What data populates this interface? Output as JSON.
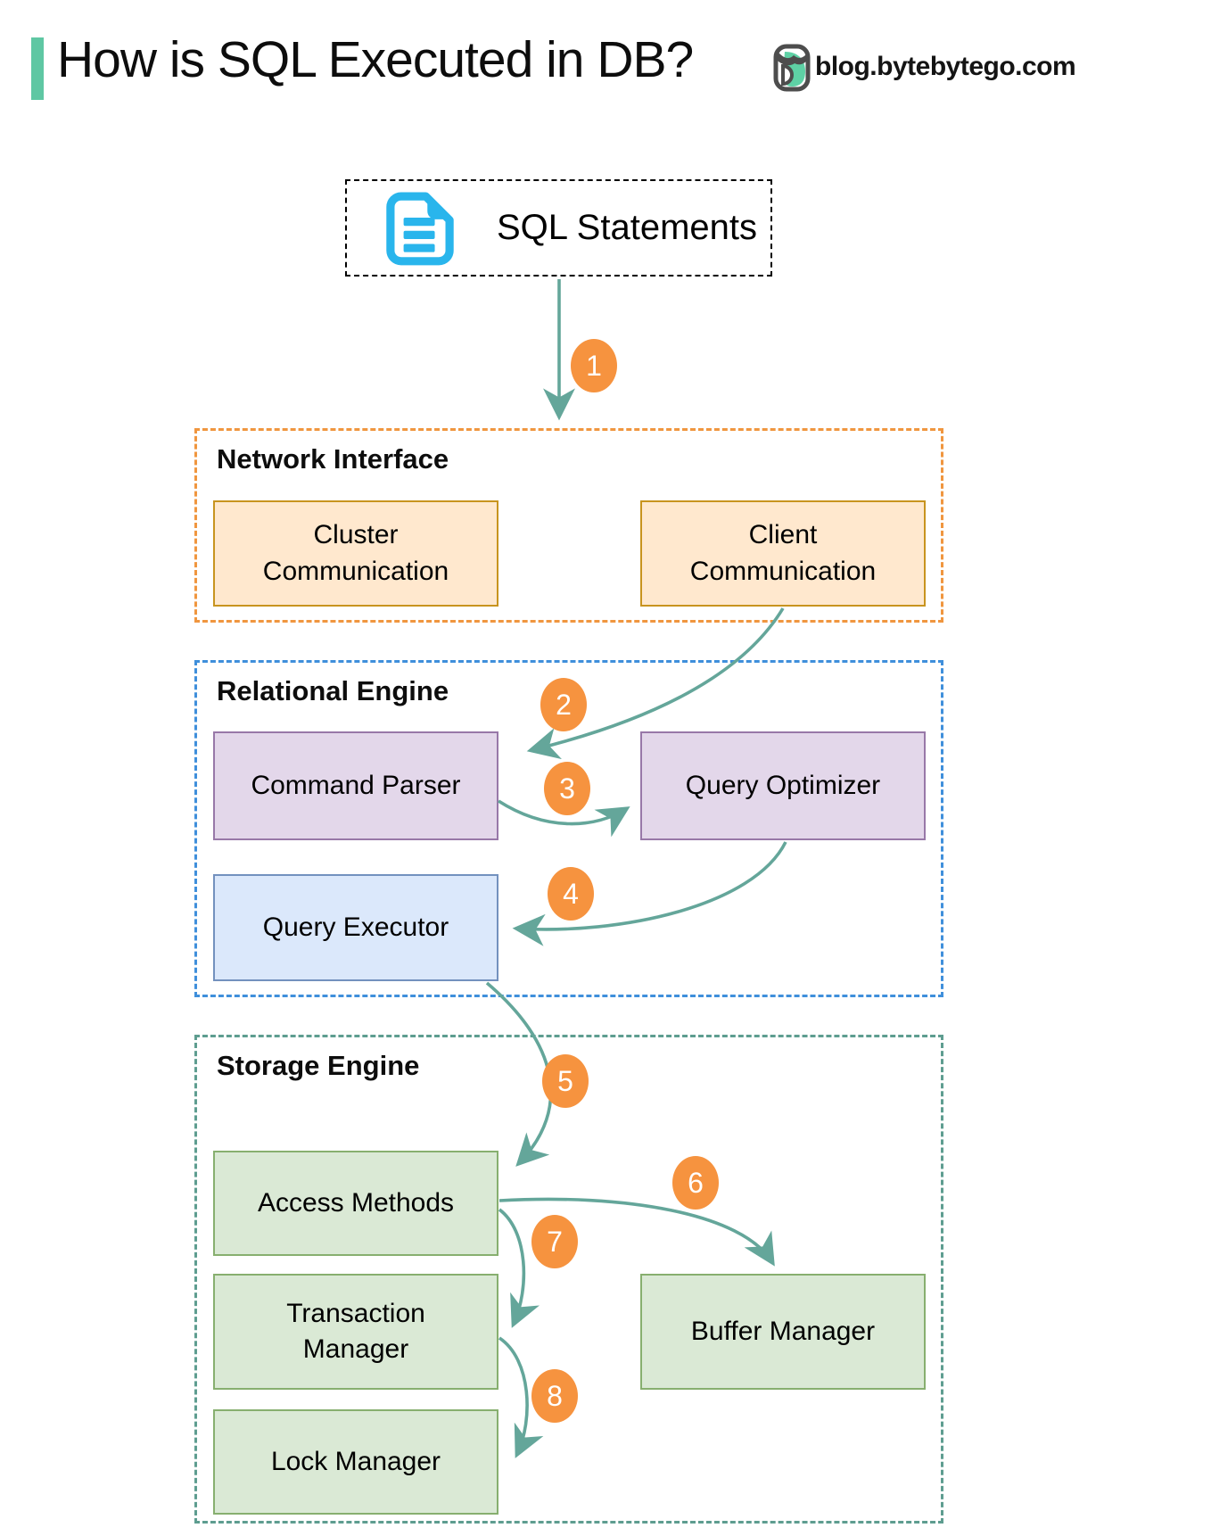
{
  "header": {
    "title": "How is SQL Executed in DB?",
    "brand": "blog.bytebytego.com"
  },
  "source": {
    "label": "SQL Statements"
  },
  "steps": [
    "1",
    "2",
    "3",
    "4",
    "5",
    "6",
    "7",
    "8"
  ],
  "sections": {
    "network_interface": {
      "label": "Network Interface",
      "boxes": {
        "cluster": "Cluster Communication",
        "client": "Client Communication"
      }
    },
    "relational_engine": {
      "label": "Relational Engine",
      "boxes": {
        "parser": "Command Parser",
        "optimizer": "Query Optimizer",
        "executor": "Query Executor"
      }
    },
    "storage_engine": {
      "label": "Storage Engine",
      "boxes": {
        "access": "Access Methods",
        "buffer": "Buffer Manager",
        "transaction": "Transaction Manager",
        "lock": "Lock Manager"
      }
    }
  },
  "colors": {
    "accent": "#5FC7A3",
    "arrow": "#64A69A",
    "badge": "#F6933F",
    "network_border": "#F0963F",
    "network_box_fill": "#FFE8CE",
    "network_box_border": "#C8941F",
    "relational_border": "#3F8FDB",
    "purple_box_fill": "#E3D7EA",
    "purple_box_border": "#9878A8",
    "blue_box_fill": "#DBE8FB",
    "blue_box_border": "#7391BE",
    "storage_border": "#5E9D90",
    "green_box_fill": "#DAE9D5",
    "green_box_border": "#87AF6F",
    "doc_icon": "#29B5EC"
  }
}
